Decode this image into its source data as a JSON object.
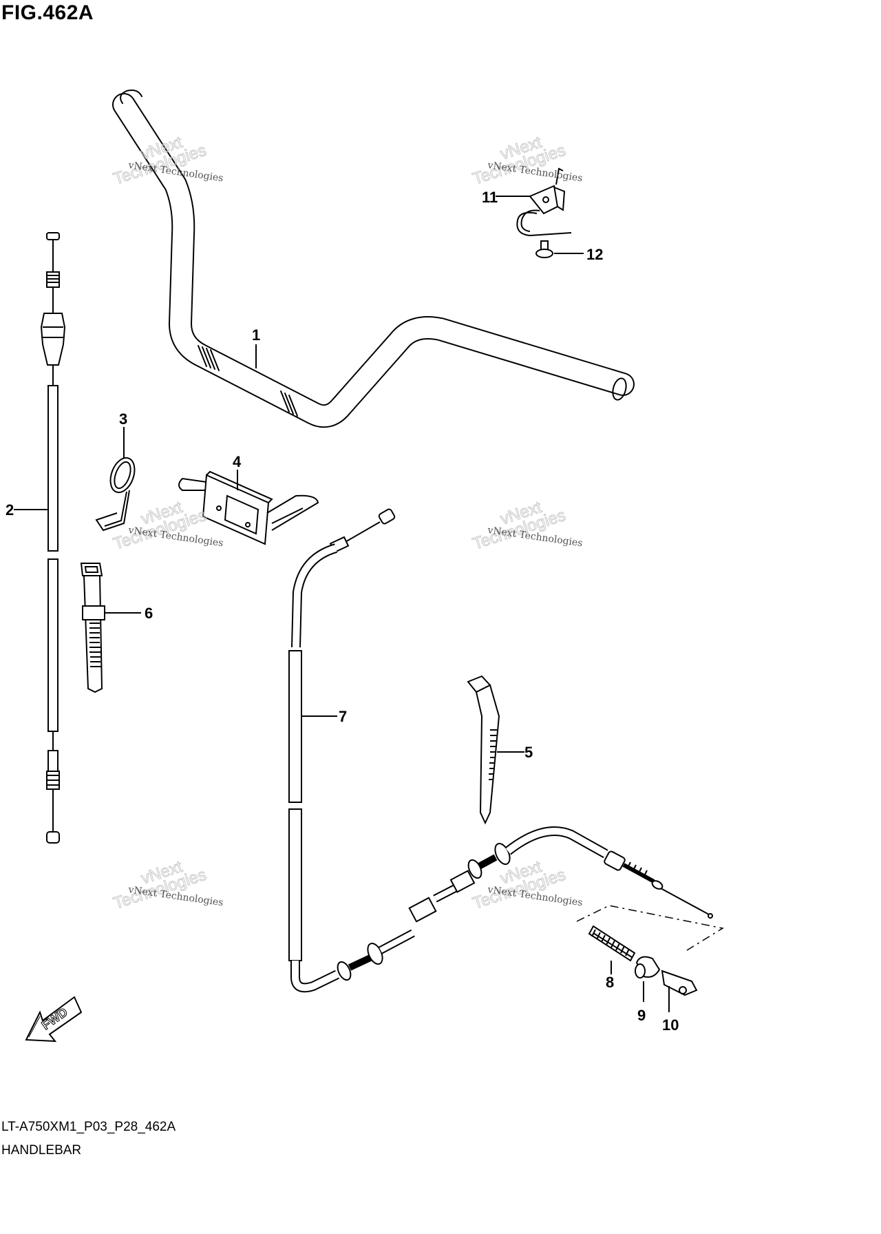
{
  "figure": {
    "title": "FIG.462A",
    "code": "LT-A750XM1_P03_P28_462A",
    "name": "HANDLEBAR"
  },
  "callouts": [
    "1",
    "2",
    "3",
    "4",
    "5",
    "6",
    "7",
    "8",
    "9",
    "10",
    "11",
    "12"
  ],
  "watermark": {
    "small": "vNext Technologies",
    "big_line1": "vNext",
    "big_line2": "Technologies"
  },
  "direction_arrow": {
    "label": "FWD"
  }
}
